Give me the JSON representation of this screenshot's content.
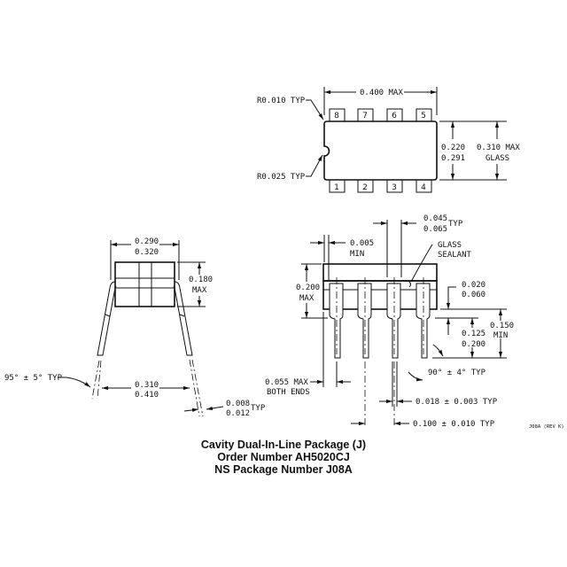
{
  "top_view": {
    "pins_top": [
      "8",
      "7",
      "6",
      "5"
    ],
    "pins_bottom": [
      "1",
      "2",
      "3",
      "4"
    ],
    "width_dim": "0.400 MAX",
    "corner_radius": "R0.010 TYP",
    "notch_radius": "R0.025 TYP",
    "body_width": [
      "0.220",
      "0.291"
    ],
    "glass_width": [
      "0.310 MAX",
      "GLASS"
    ]
  },
  "end_view": {
    "body_width": [
      "0.290",
      "0.320"
    ],
    "height": [
      "0.180",
      "MAX"
    ],
    "lead_angle": "95° ± 5° TYP",
    "lead_spread": [
      "0.310",
      "0.410"
    ],
    "lead_thickness": [
      "0.008",
      "0.012"
    ],
    "lead_thickness_suffix": "TYP"
  },
  "side_view": {
    "shoulder_width": [
      "0.045",
      "0.065"
    ],
    "shoulder_suffix": "TYP",
    "min_gap": [
      "0.005",
      "MIN"
    ],
    "glass_sealant": [
      "GLASS",
      "SEALANT"
    ],
    "height": [
      "0.200",
      "MAX"
    ],
    "standoff": [
      "0.020",
      "0.060"
    ],
    "lead_length": [
      "0.125",
      "0.200"
    ],
    "seating": [
      "0.150",
      "MIN"
    ],
    "angle": "90° ± 4° TYP",
    "end_spacing": [
      "0.055 MAX",
      "BOTH ENDS"
    ],
    "lead_width": "0.018 ± 0.003 TYP",
    "pitch": "0.100 ± 0.010 TYP"
  },
  "revision": "J08A (REV K)",
  "caption": [
    "Cavity Dual-In-Line Package (J)",
    "Order Number AH5020CJ",
    "NS Package Number J08A"
  ]
}
